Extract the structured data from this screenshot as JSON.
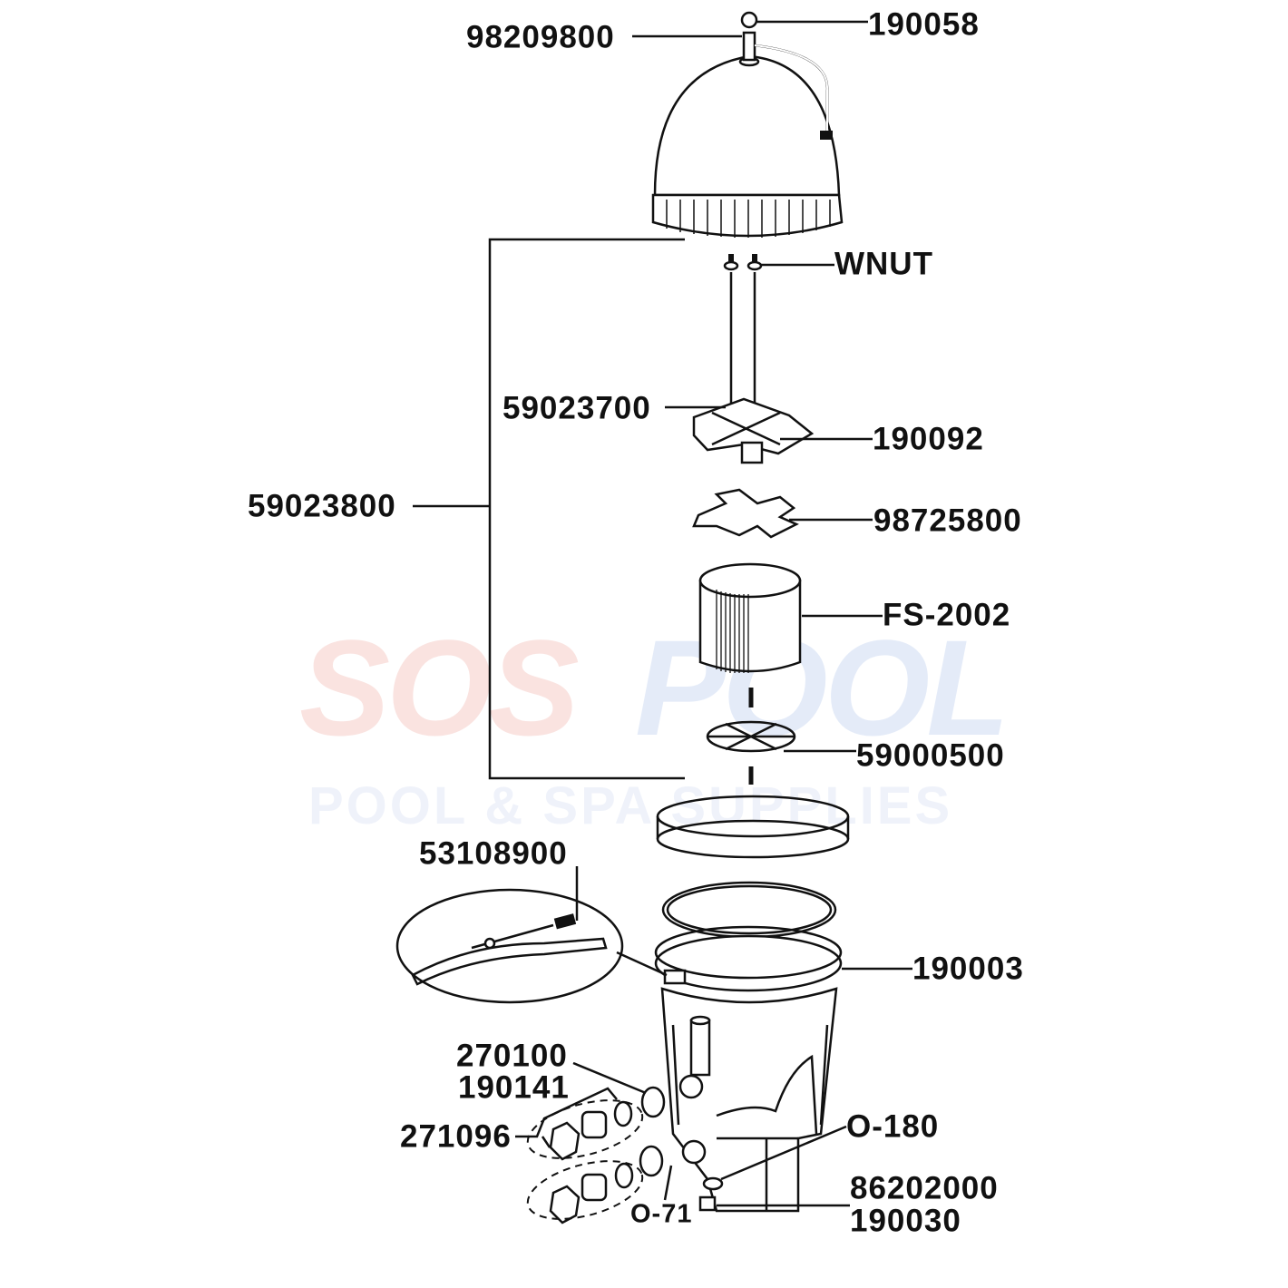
{
  "watermark": {
    "brand_left": "SOS",
    "brand_right": "POOL",
    "tagline": "POOL & SPA SUPPLIES",
    "color_left": "#f6d4d0",
    "color_right": "#d6e2f6"
  },
  "parts": {
    "gauge": "190058",
    "air_relief": "98209800",
    "wing_nut": "WNUT",
    "manifold": "59023700",
    "manifold_oring": "190092",
    "assembly": "59023800",
    "gasket_plate": "98725800",
    "cartridge": "FS-2002",
    "spider": "59000500",
    "clamp_latch": "53108900",
    "clamp": "190003",
    "bulkhead_1": "270100",
    "bulkhead_2": "190141",
    "union": "271096",
    "drain_oring": "O-180",
    "drain_plug_1": "86202000",
    "drain_plug_2": "190030",
    "port_oring": "O-71"
  }
}
